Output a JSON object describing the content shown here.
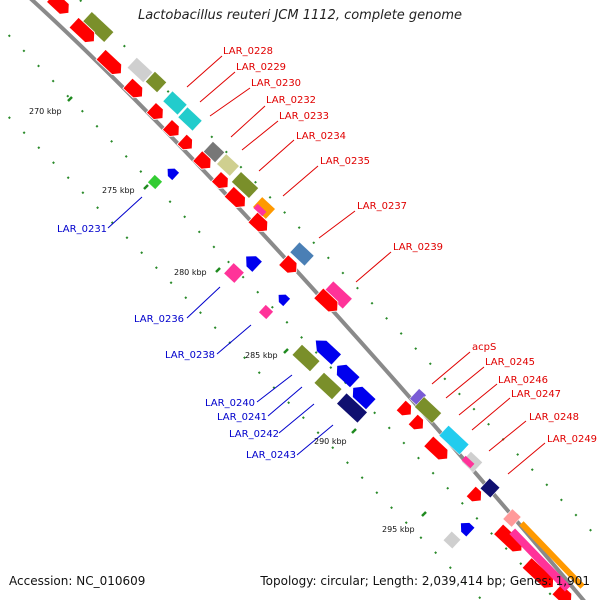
{
  "title": "Lactobacillus reuteri JCM 1112, complete genome",
  "footer": {
    "accession": "Accession: NC_010609",
    "topology": "Topology: circular; Length: 2,039,414 bp; Genes: 1,901"
  },
  "colors": {
    "backbone": "#8a8a8a",
    "forward_label": "#e00000",
    "reverse_label": "#0000cc",
    "tick": "#1f8a1f"
  },
  "ruler": [
    {
      "label": "270 kbp"
    },
    {
      "label": "275 kbp"
    },
    {
      "label": "280 kbp"
    },
    {
      "label": "285 kbp"
    },
    {
      "label": "290 kbp"
    },
    {
      "label": "295 kbp"
    }
  ],
  "forward_labels": [
    "LAR_0228",
    "LAR_0229",
    "LAR_0230",
    "LAR_0232",
    "LAR_0233",
    "LAR_0234",
    "LAR_0235",
    "LAR_0237",
    "LAR_0239",
    "acpS",
    "LAR_0245",
    "LAR_0246",
    "LAR_0247",
    "LAR_0248",
    "LAR_0249"
  ],
  "reverse_labels": [
    "LAR_0231",
    "LAR_0236",
    "LAR_0238",
    "LAR_0240",
    "LAR_0241",
    "LAR_0242",
    "LAR_0243"
  ]
}
